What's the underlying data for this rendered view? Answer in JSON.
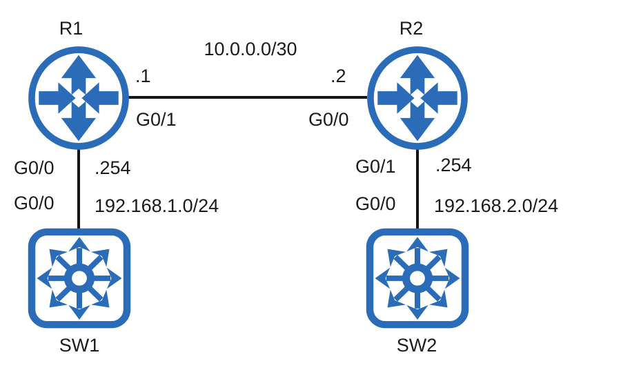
{
  "diagram_type": "network-topology",
  "devices": {
    "r1": {
      "label": "R1",
      "type": "router"
    },
    "r2": {
      "label": "R2",
      "type": "router"
    },
    "sw1": {
      "label": "SW1",
      "type": "switch"
    },
    "sw2": {
      "label": "SW2",
      "type": "switch"
    }
  },
  "links": {
    "wan": {
      "subnet": "10.0.0.0/30",
      "r1_ip": ".1",
      "r1_if": "G0/1",
      "r2_ip": ".2",
      "r2_if": "G0/0"
    },
    "lan1": {
      "subnet": "192.168.1.0/24",
      "r1_if": "G0/0",
      "r1_ip": ".254",
      "sw_if": "G0/0"
    },
    "lan2": {
      "subnet": "192.168.2.0/24",
      "r2_if": "G0/1",
      "r2_ip": ".254",
      "sw_if": "G0/0"
    }
  },
  "colors": {
    "device_blue": "#2b6cb9",
    "line_black": "#141414",
    "text": "#1b1b1b"
  }
}
